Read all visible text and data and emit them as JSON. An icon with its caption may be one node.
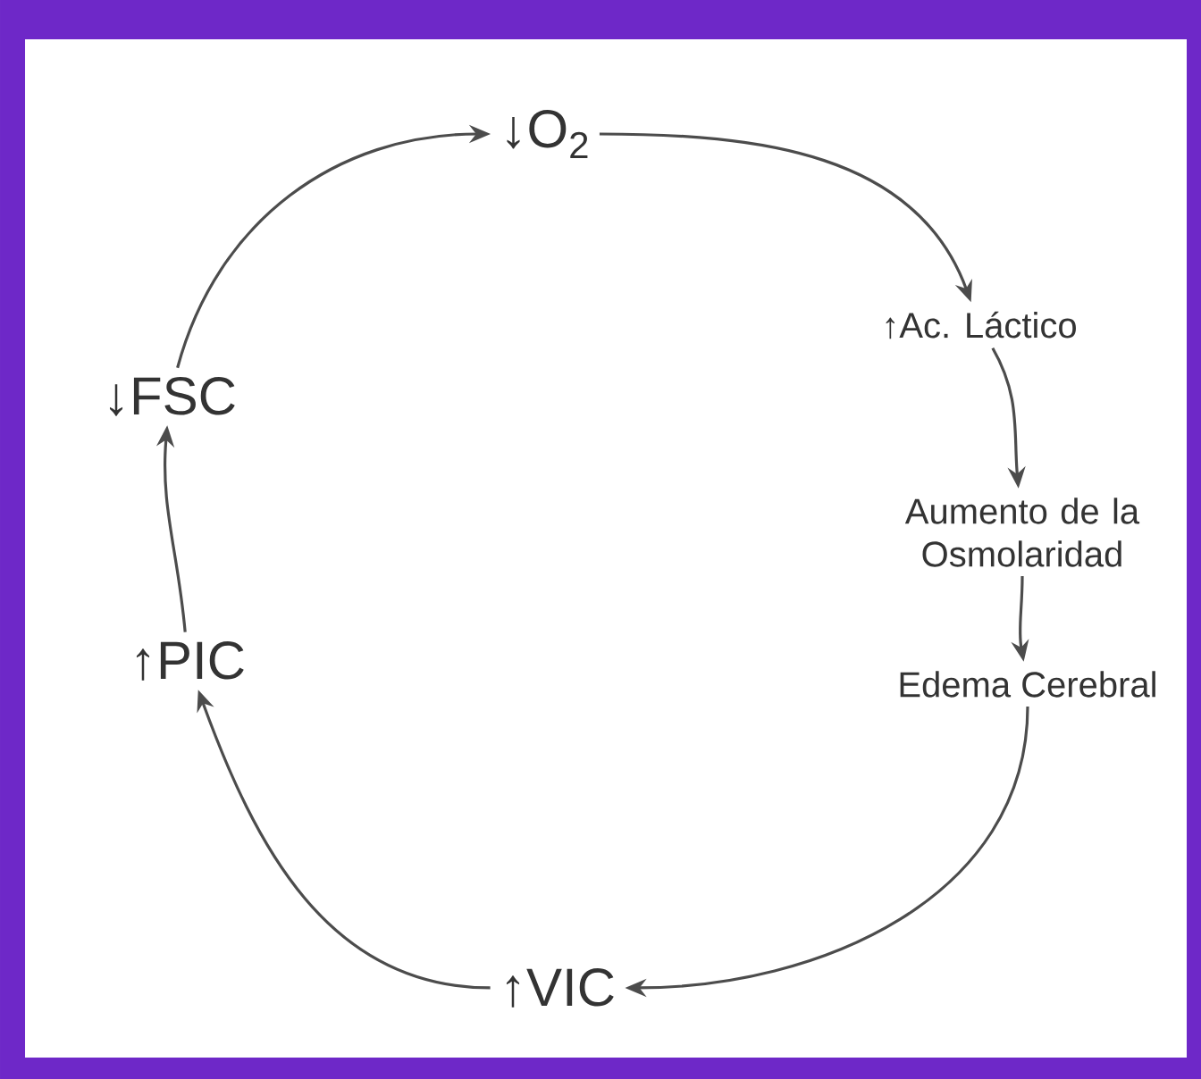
{
  "diagram": {
    "nodes": [
      {
        "text": [
          "↓O$_{2}$"
        ]
      },
      {
        "text": [
          "↑Ac. Láctico"
        ]
      },
      {
        "text": [
          "Aumento de la Osmolaridad"
        ]
      },
      {
        "text": [
          "Edema Cerebral"
        ]
      },
      {
        "text": [
          "↑VIC"
        ]
      },
      {
        "text": [
          "↑PIC"
        ]
      },
      {
        "text": [
          "↓FSC"
        ]
      }
    ],
    "edges": [
      {
        "from": 0,
        "to": 1,
        "arrow": "to"
      },
      {
        "from": 1,
        "to": 2,
        "arrow": "to"
      },
      {
        "from": 2,
        "to": 3,
        "arrow": "to"
      },
      {
        "from": 3,
        "to": 4,
        "arrow": "to"
      },
      {
        "from": 4,
        "to": 5,
        "arrow": "to"
      },
      {
        "from": 5,
        "to": 6,
        "arrow": "to"
      },
      {
        "from": 6,
        "to": 0,
        "arrow": "to"
      }
    ]
  }
}
